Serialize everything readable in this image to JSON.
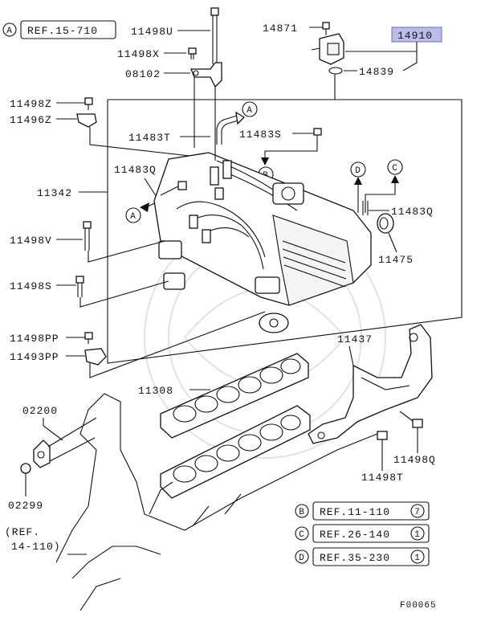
{
  "diagram": {
    "figure_code": "F00065",
    "highlight_color": "#b9bde8",
    "refs": {
      "A": {
        "letter": "A",
        "text": "REF.15-710"
      },
      "B": {
        "letter": "B",
        "text": "REF.11-110",
        "qty": "7"
      },
      "C": {
        "letter": "C",
        "text": "REF.26-140",
        "qty": "1"
      },
      "D": {
        "letter": "D",
        "text": "REF.35-230",
        "qty": "1"
      },
      "ref_14110_line1": "(REF.",
      "ref_14110_line2": "14-110)"
    },
    "arrow_letters": {
      "a_top": "A",
      "a_left": "A",
      "b": "B",
      "c": "C",
      "d": "D"
    },
    "parts": {
      "p11498U": "11498U",
      "p11498X": "11498X",
      "p08102": "08102",
      "p14871": "14871",
      "p14910": "14910",
      "p14839": "14839",
      "p11498Z": "11498Z",
      "p11496Z": "11496Z",
      "p11483T": "11483T",
      "p11483S": "11483S",
      "p11483Q_left": "11483Q",
      "p11342": "11342",
      "p11483Q_right": "11483Q",
      "p11475": "11475",
      "p11498V": "11498V",
      "p11498S": "11498S",
      "p11498PP": "11498PP",
      "p11493PP": "11493PP",
      "p11437": "11437",
      "p11308": "11308",
      "p02200": "02200",
      "p02299": "02299",
      "p11498T": "11498T",
      "p11498Q": "11498Q"
    }
  }
}
